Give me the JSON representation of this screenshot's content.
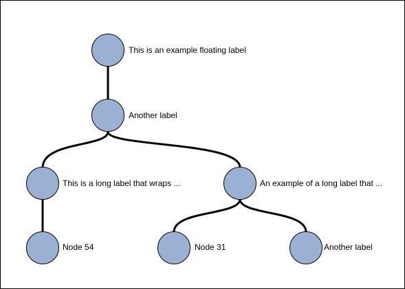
{
  "colors": {
    "node_fill": "#9bb1d4",
    "node_stroke": "#000000",
    "edge": "#000000",
    "background": "#ffffff"
  },
  "nodes": [
    {
      "id": "root",
      "label": "This is an example floating label"
    },
    {
      "id": "mid",
      "label": "Another label"
    },
    {
      "id": "left",
      "label": "This is a long label that wraps ..."
    },
    {
      "id": "right",
      "label": "An example of a long label that ..."
    },
    {
      "id": "n54",
      "label": "Node 54"
    },
    {
      "id": "n31",
      "label": "Node 31"
    },
    {
      "id": "another",
      "label": "Another label"
    }
  ],
  "edges": [
    {
      "from": "root",
      "to": "mid"
    },
    {
      "from": "mid",
      "to": "left"
    },
    {
      "from": "mid",
      "to": "right"
    },
    {
      "from": "left",
      "to": "n54"
    },
    {
      "from": "right",
      "to": "n31"
    },
    {
      "from": "right",
      "to": "another"
    }
  ]
}
